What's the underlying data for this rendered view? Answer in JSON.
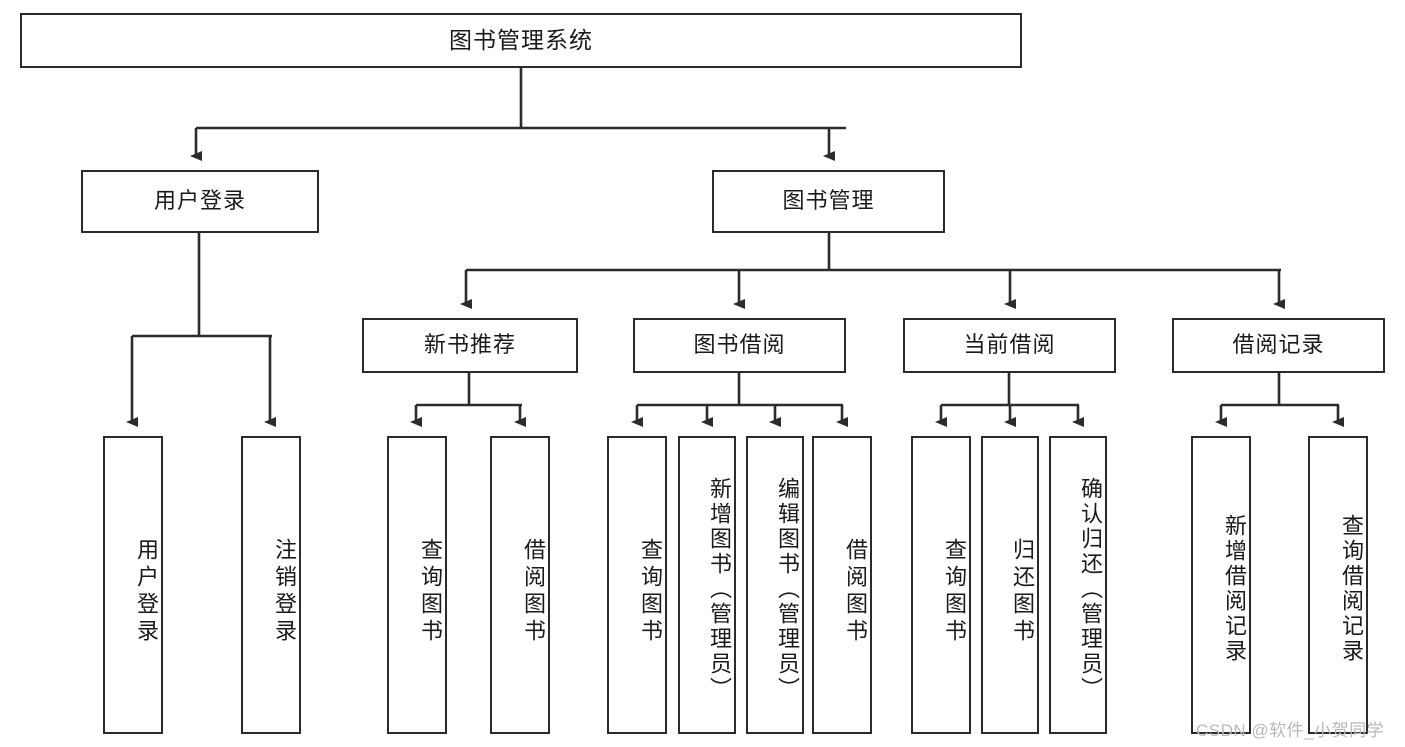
{
  "diagram": {
    "type": "tree-hierarchy-chart",
    "title": "图书管理系统",
    "colors": {
      "box_border": "#2b2b2b",
      "box_fill": "#ffffff",
      "connector": "#2b2b2b",
      "text": "#1a1a1a",
      "watermark": "#b9b9b9",
      "background": "#ffffff"
    },
    "root": {
      "label": "图书管理系统"
    },
    "level2": [
      {
        "id": "user-login",
        "label": "用户登录"
      },
      {
        "id": "book-management",
        "label": "图书管理"
      }
    ],
    "level3": [
      {
        "id": "new-book-recommend",
        "label": "新书推荐",
        "parent": "book-management"
      },
      {
        "id": "book-borrow",
        "label": "图书借阅",
        "parent": "book-management"
      },
      {
        "id": "current-borrow",
        "label": "当前借阅",
        "parent": "book-management"
      },
      {
        "id": "borrow-record",
        "label": "借阅记录",
        "parent": "book-management"
      }
    ],
    "leaves": [
      {
        "id": "leaf-user-login",
        "label": "用户登录",
        "parent": "user-login"
      },
      {
        "id": "leaf-user-logout",
        "label": "注销登录",
        "parent": "user-login"
      },
      {
        "id": "leaf-query-book-1",
        "label": "查询图书",
        "parent": "new-book-recommend"
      },
      {
        "id": "leaf-borrow-book-1",
        "label": "借阅图书",
        "parent": "new-book-recommend"
      },
      {
        "id": "leaf-query-book-2",
        "label": "查询图书",
        "parent": "book-borrow"
      },
      {
        "id": "leaf-add-book",
        "label": "新增图书（管理员）",
        "parent": "book-borrow"
      },
      {
        "id": "leaf-edit-book",
        "label": "编辑图书（管理员）",
        "parent": "book-borrow"
      },
      {
        "id": "leaf-borrow-book-2",
        "label": "借阅图书",
        "parent": "book-borrow"
      },
      {
        "id": "leaf-query-book-3",
        "label": "查询图书",
        "parent": "current-borrow"
      },
      {
        "id": "leaf-return-book",
        "label": "归还图书",
        "parent": "current-borrow"
      },
      {
        "id": "leaf-confirm-return",
        "label": "确认归还（管理员）",
        "parent": "current-borrow"
      },
      {
        "id": "leaf-add-record",
        "label": "新增借阅记录",
        "parent": "borrow-record"
      },
      {
        "id": "leaf-query-record",
        "label": "查询借阅记录",
        "parent": "borrow-record"
      }
    ],
    "watermark": "CSDN @软件_小贺同学"
  }
}
